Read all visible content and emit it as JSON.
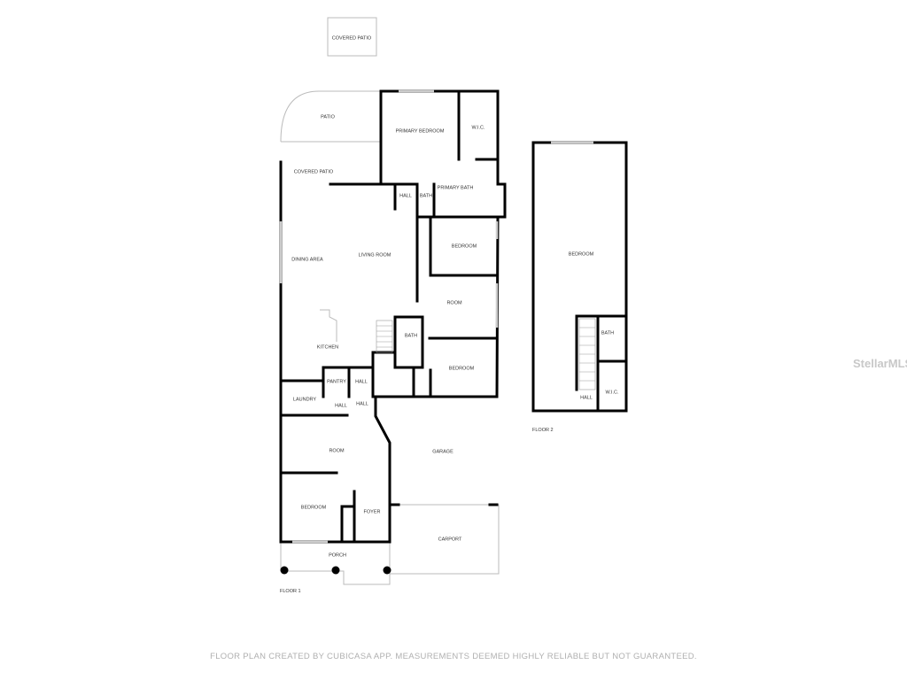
{
  "floor1": {
    "label": "FLOOR 1",
    "rooms": {
      "covered_patio_top": "COVERED PATIO",
      "patio": "PATIO",
      "primary_bedroom": "PRIMARY BEDROOM",
      "wic": "W.I.C.",
      "covered_patio": "COVERED PATIO",
      "hall1": "HALL",
      "bath1": "BATH",
      "primary_bath": "PRIMARY BATH",
      "bedroom1": "BEDROOM",
      "dining_area": "DINING AREA",
      "living_room": "LIVING ROOM",
      "room1": "ROOM",
      "bath2": "BATH",
      "kitchen": "KITCHEN",
      "bedroom2": "BEDROOM",
      "pantry": "PANTRY",
      "hall2": "HALL",
      "laundry": "LAUNDRY",
      "hall3": "HALL",
      "hall4": "HALL",
      "room2": "ROOM",
      "garage": "GARAGE",
      "bedroom3": "BEDROOM",
      "foyer": "FOYER",
      "carport": "CARPORT",
      "porch": "PORCH"
    }
  },
  "floor2": {
    "label": "FLOOR 2",
    "rooms": {
      "bedroom": "BEDROOM",
      "bath": "BATH",
      "wic": "W.I.C.",
      "hall": "HALL"
    }
  },
  "watermark": "StellarMLS",
  "footer": "FLOOR PLAN CREATED BY CUBICASA APP. MEASUREMENTS DEEMED HIGHLY RELIABLE BUT NOT GUARANTEED."
}
